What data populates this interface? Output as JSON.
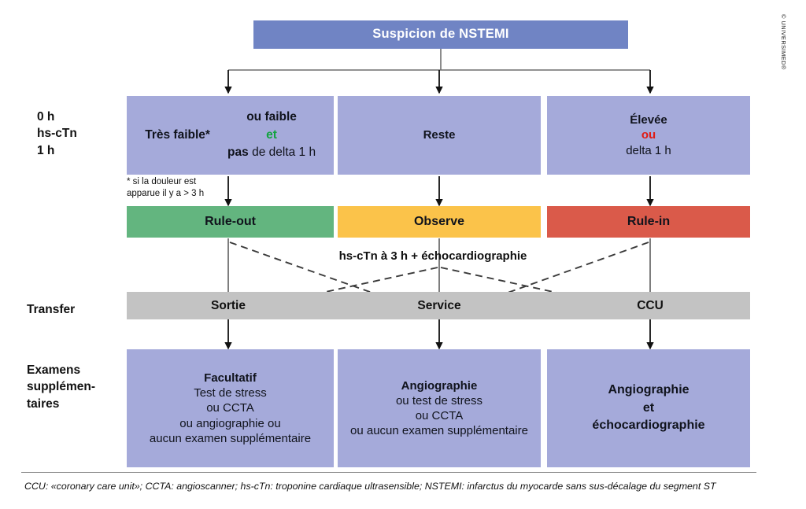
{
  "title": "Suspicion de NSTEMI",
  "copyright": "© UNIVERSIMED®",
  "row_labels": {
    "timing": "0 h\nhs-cTn\n1 h",
    "transfer": "Transfer",
    "exams": "Examens\nsupplémen-\ntaires"
  },
  "risk_row": {
    "low": {
      "left": "Très faible*",
      "right_line1": "ou faible",
      "right_line2": "et",
      "right_line3_bold": "pas",
      "right_line3_rest": " de delta 1 h"
    },
    "middle": {
      "label": "Reste"
    },
    "high": {
      "line1": "Élevée",
      "line2": "ou",
      "line3": "delta 1 h"
    },
    "footnote": "* si la douleur est\napparue il y a > 3 h"
  },
  "decision_row": {
    "rule_out": "Rule-out",
    "observe": "Observe",
    "rule_in": "Rule-in"
  },
  "mid_caption": "hs-cTn à 3 h + échocardiographie",
  "transfer_row": {
    "sortie": "Sortie",
    "service": "Service",
    "ccu": "CCU"
  },
  "exam_row": {
    "left": {
      "line1": "Facultatif",
      "line2": "Test de stress",
      "line3": "ou CCTA",
      "line4": "ou angiographie ou",
      "line5": "aucun examen supplémentaire"
    },
    "middle": {
      "line1": "Angiographie",
      "line2": "ou test de stress",
      "line3": "ou CCTA",
      "line4": "ou aucun examen supplémentaire"
    },
    "right": {
      "line1": "Angiographie",
      "line2": "et",
      "line3": "échocardiographie"
    }
  },
  "legend": "CCU: «coronary care unit»; CCTA: angioscanner; hs-cTn: troponine cardiaque ultrasensible; NSTEMI: infarctus du myocarde sans sus-décalage du segment ST",
  "colors": {
    "header_blue": "#7084c4",
    "box_lavender": "#a5aada",
    "rule_out_green": "#63b57f",
    "observe_amber": "#fbc34a",
    "rule_in_red": "#da5a4a",
    "transfer_grey": "#c3c3c3",
    "accent_green_text": "#12a33f",
    "accent_red_text": "#e01b13"
  }
}
